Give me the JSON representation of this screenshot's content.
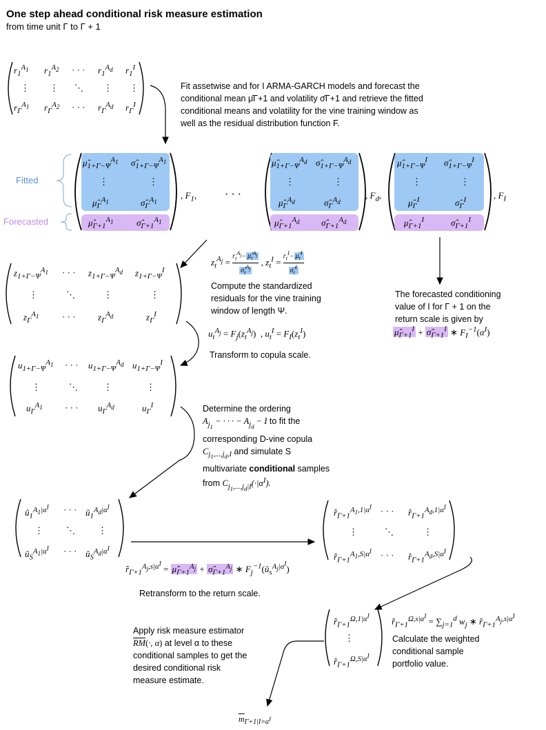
{
  "header": {
    "title": "One step ahead conditional risk measure estimation",
    "subtitle": "from time unit Γ to Γ + 1"
  },
  "labels": {
    "fitted": "Fitted",
    "forecasted": "Forecasted"
  },
  "steps": {
    "fit_line1": "Fit assetwise and for I ARMA-GARCH models and forecast the",
    "fit_line2": "conditional mean μ̂Γ+1 and volatility σ̂Γ+1 and retrieve the fitted",
    "fit_line3": "conditional means and volatility for the vine training window as",
    "fit_line4": "well as the residual distribution function F.",
    "standardize_line1": "Compute the standardized",
    "standardize_line2": "residuals for the vine training",
    "standardize_line3": "window of  length Ψ.",
    "copula": "Transform to copula scale.",
    "ordering_line1": "Determine the ordering",
    "ordering_line2": "to fit the",
    "ordering_line3": "corresponding D-vine copula",
    "ordering_line4": "and simulate S",
    "ordering_line5a": "multivariate ",
    "ordering_line5b": "conditional",
    "ordering_line5c": " samples",
    "ordering_line6": "from",
    "retransform": "Retransform to the return scale.",
    "weighted_line1": "Calculate the weighted",
    "weighted_line2": "conditional sample",
    "weighted_line3": "portfolio value.",
    "risk_line1": "Apply risk measure estimator",
    "risk_line2": "at level α to these",
    "risk_line3": "conditional samples to get the",
    "risk_line4": "desired conditional risk",
    "risk_line5": "measure estimate.",
    "forecast_line1": "The forecasted conditioning",
    "forecast_line2": "value of I for Γ + 1 on the",
    "forecast_line3": "return scale is given by"
  },
  "colors": {
    "fitted_fill": "#9ec9f4",
    "forecast_fill": "#d9b8f5",
    "fitted_label": "#5b8fd1",
    "forecast_label": "#c08ce8"
  }
}
